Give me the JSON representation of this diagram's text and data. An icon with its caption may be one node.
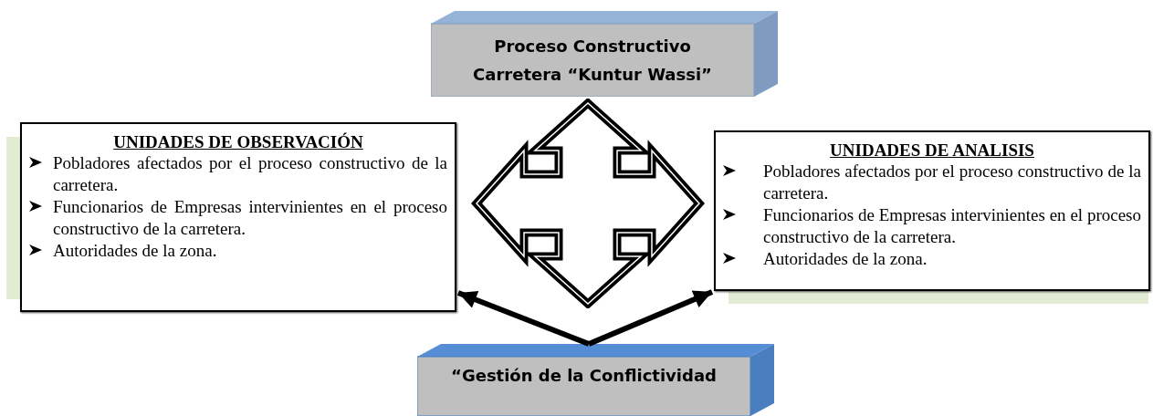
{
  "diagram": {
    "nodes": [
      {
        "text": [
          "Proceso Constructivo Carretera “Kuntur Wassi”"
        ]
      },
      {
        "text": [
          "UNIDADES DE OBSERVACIÓN",
          "Pobladores afectados por el proceso constructivo de la carretera.",
          "Funcionarios de Empresas intervinientes en el proceso constructivo de la carretera.",
          "Autoridades de la zona."
        ]
      },
      {
        "text": [
          "UNIDADES DE ANALISIS",
          "Pobladores afectados por el proceso constructivo de la carretera.",
          "Funcionarios de Empresas intervinientes en el proceso constructivo de la carretera.",
          "Autoridades de la zona."
        ]
      },
      {
        "text": [
          "“Gestión de la Conflictividad"
        ]
      },
      {
        "text": [],
        "shape": "arrow"
      }
    ],
    "edges": [
      {
        "from": 3,
        "to": 1,
        "arrow": "to"
      },
      {
        "from": 3,
        "to": 2,
        "arrow": "to"
      }
    ]
  }
}
